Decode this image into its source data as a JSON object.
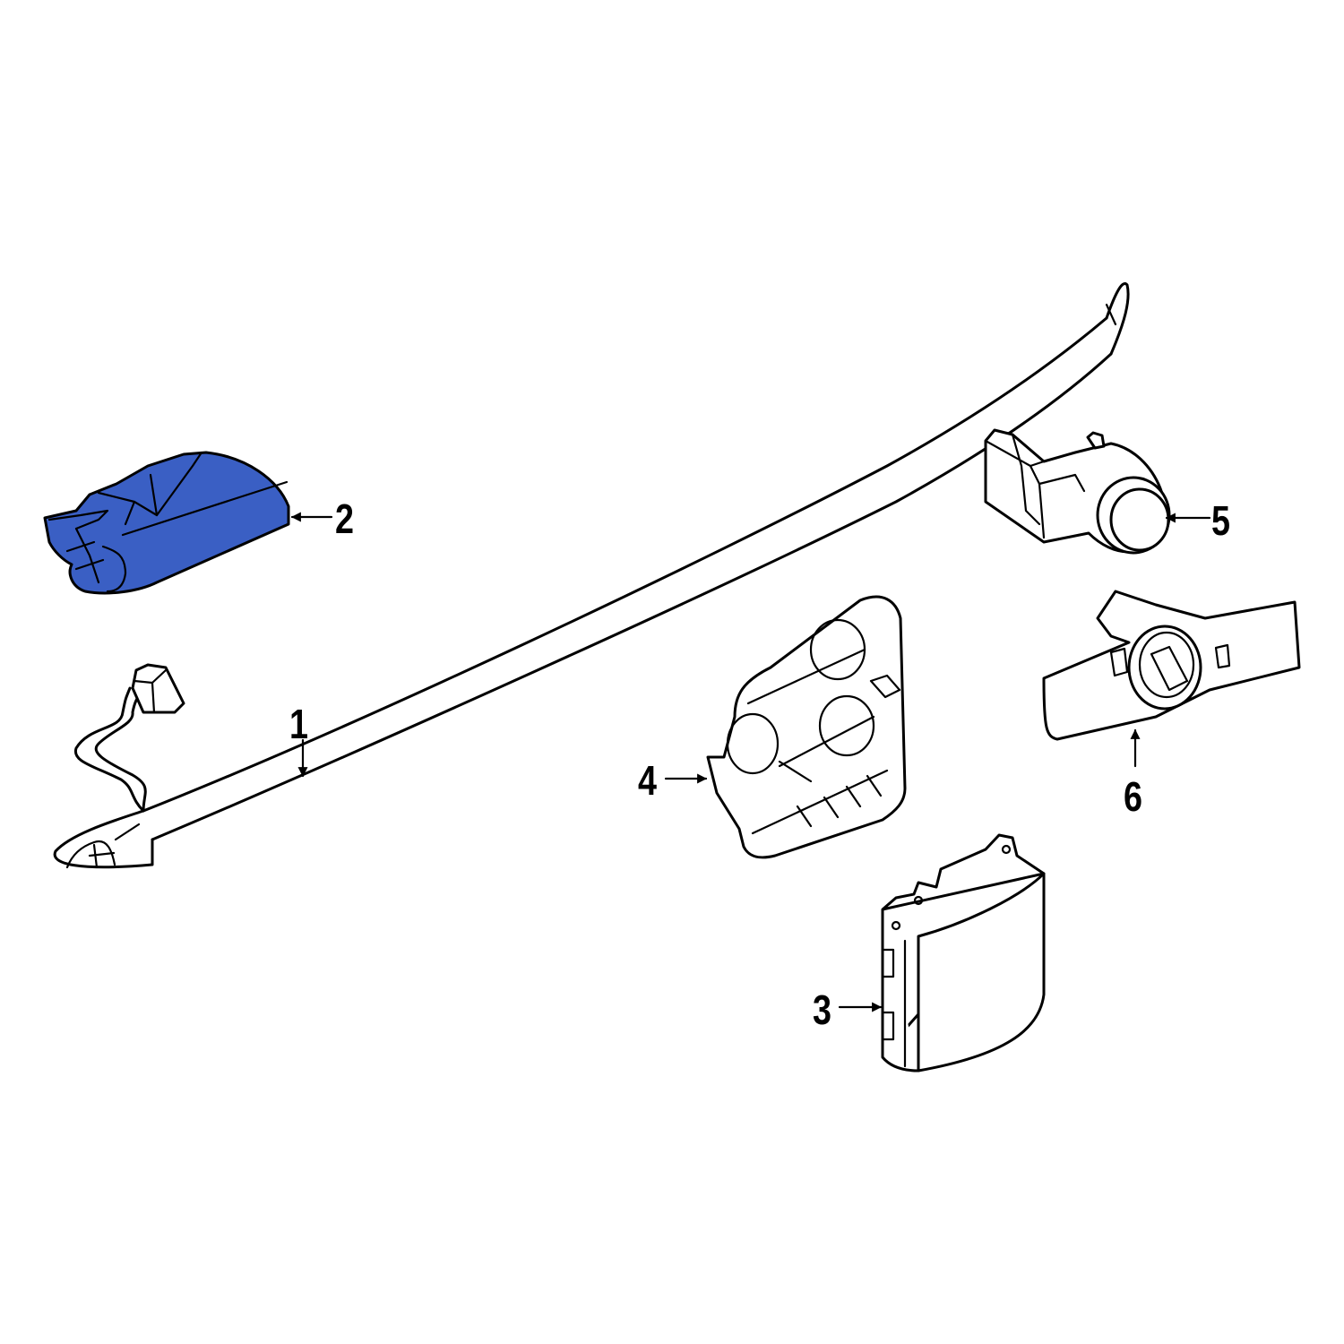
{
  "diagram": {
    "type": "exploded parts diagram",
    "highlight_color": "#3a5fc4",
    "parts": [
      {
        "callout": "1",
        "description": "wiring harness / long cable assembly",
        "highlighted": false
      },
      {
        "callout": "2",
        "description": "module cover (highlighted part)",
        "highlighted": true
      },
      {
        "callout": "3",
        "description": "control module / unit box",
        "highlighted": false
      },
      {
        "callout": "4",
        "description": "mounting bracket / cover plate",
        "highlighted": false
      },
      {
        "callout": "5",
        "description": "park assist sensor",
        "highlighted": false
      },
      {
        "callout": "6",
        "description": "sensor retainer / bracket",
        "highlighted": false
      }
    ]
  }
}
